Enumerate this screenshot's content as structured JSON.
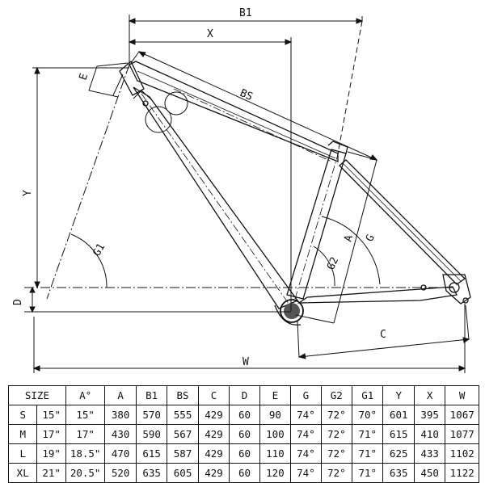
{
  "labels": {
    "b1": "B1",
    "x": "X",
    "bs": "BS",
    "e": "E",
    "y": "Y",
    "g1": "G1",
    "d": "D",
    "w": "W",
    "a": "A",
    "g": "G",
    "g2": "G2",
    "c": "C"
  },
  "table": {
    "headers": [
      "SIZE",
      "A°",
      "A",
      "B1",
      "BS",
      "C",
      "D",
      "E",
      "G",
      "G2",
      "G1",
      "Y",
      "X",
      "W"
    ],
    "rows": [
      [
        "S",
        "15\"",
        "15\"",
        "380",
        "570",
        "555",
        "429",
        "60",
        "90",
        "74°",
        "72°",
        "70°",
        "601",
        "395",
        "1067"
      ],
      [
        "M",
        "17\"",
        "17\"",
        "430",
        "590",
        "567",
        "429",
        "60",
        "100",
        "74°",
        "72°",
        "71°",
        "615",
        "410",
        "1077"
      ],
      [
        "L",
        "19\"",
        "18.5\"",
        "470",
        "615",
        "587",
        "429",
        "60",
        "110",
        "74°",
        "72°",
        "71°",
        "625",
        "433",
        "1102"
      ],
      [
        "XL",
        "21\"",
        "20.5\"",
        "520",
        "635",
        "605",
        "429",
        "60",
        "120",
        "74°",
        "72°",
        "71°",
        "635",
        "450",
        "1122"
      ]
    ]
  }
}
